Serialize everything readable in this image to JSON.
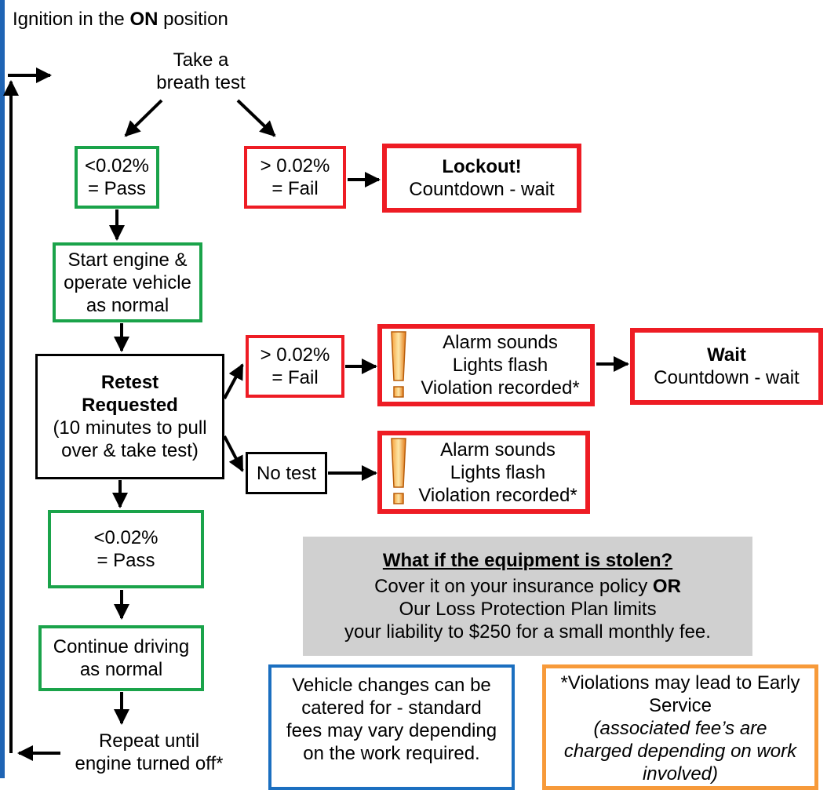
{
  "heading": {
    "prefix": "Ignition in the ",
    "bold": "ON",
    "suffix": " position"
  },
  "start": {
    "line1": "Take a",
    "line2": "breath test"
  },
  "pass1": {
    "line1": "<0.02%",
    "line2": "= Pass"
  },
  "fail1": {
    "line1": "> 0.02%",
    "line2": "= Fail"
  },
  "lockout": {
    "title": "Lockout!",
    "line2": "Countdown - wait"
  },
  "start_engine": {
    "line1": "Start engine &",
    "line2": "operate vehicle",
    "line3": "as normal"
  },
  "retest": {
    "title1": "Retest",
    "title2": "Requested",
    "line3": "(10 minutes to pull",
    "line4": "over & take test)"
  },
  "fail2": {
    "line1": "> 0.02%",
    "line2": "= Fail"
  },
  "alarm1": {
    "line1": "Alarm sounds",
    "line2": "Lights flash",
    "line3": "Violation recorded*"
  },
  "wait": {
    "title": "Wait",
    "line2": "Countdown - wait"
  },
  "no_test": {
    "label": "No test"
  },
  "alarm2": {
    "line1": "Alarm sounds",
    "line2": "Lights flash",
    "line3": "Violation recorded*"
  },
  "pass2": {
    "line1": "<0.02%",
    "line2": "= Pass"
  },
  "continue": {
    "line1": "Continue driving",
    "line2": "as normal"
  },
  "repeat": {
    "line1": "Repeat until",
    "line2": "engine turned off*"
  },
  "stolen": {
    "title": "What if the equipment is stolen?",
    "line1_prefix": "Cover it on your insurance policy ",
    "line1_bold": "OR",
    "line2": "Our Loss Protection Plan limits",
    "line3": "your liability to $250 for a small monthly fee."
  },
  "vehicle_changes": {
    "line1": "Vehicle changes can be",
    "line2": "catered for - standard",
    "line3": "fees may vary depending",
    "line4": "on the work required."
  },
  "violations": {
    "line1": "*Violations may lead to Early",
    "line2": "Service",
    "line3": "(associated fee’s are",
    "line4": "charged depending on work",
    "line5": "involved)"
  },
  "colors": {
    "pass_border": "#1aa34a",
    "fail_border": "#ee1c24",
    "info_border": "#1b6fc0",
    "note_border": "#f79a3a",
    "side_bar": "#1f64b4",
    "info_fill": "#d0d0d0"
  },
  "icons": {
    "alarm": "exclamation-icon",
    "arrow": "arrow-icon"
  }
}
